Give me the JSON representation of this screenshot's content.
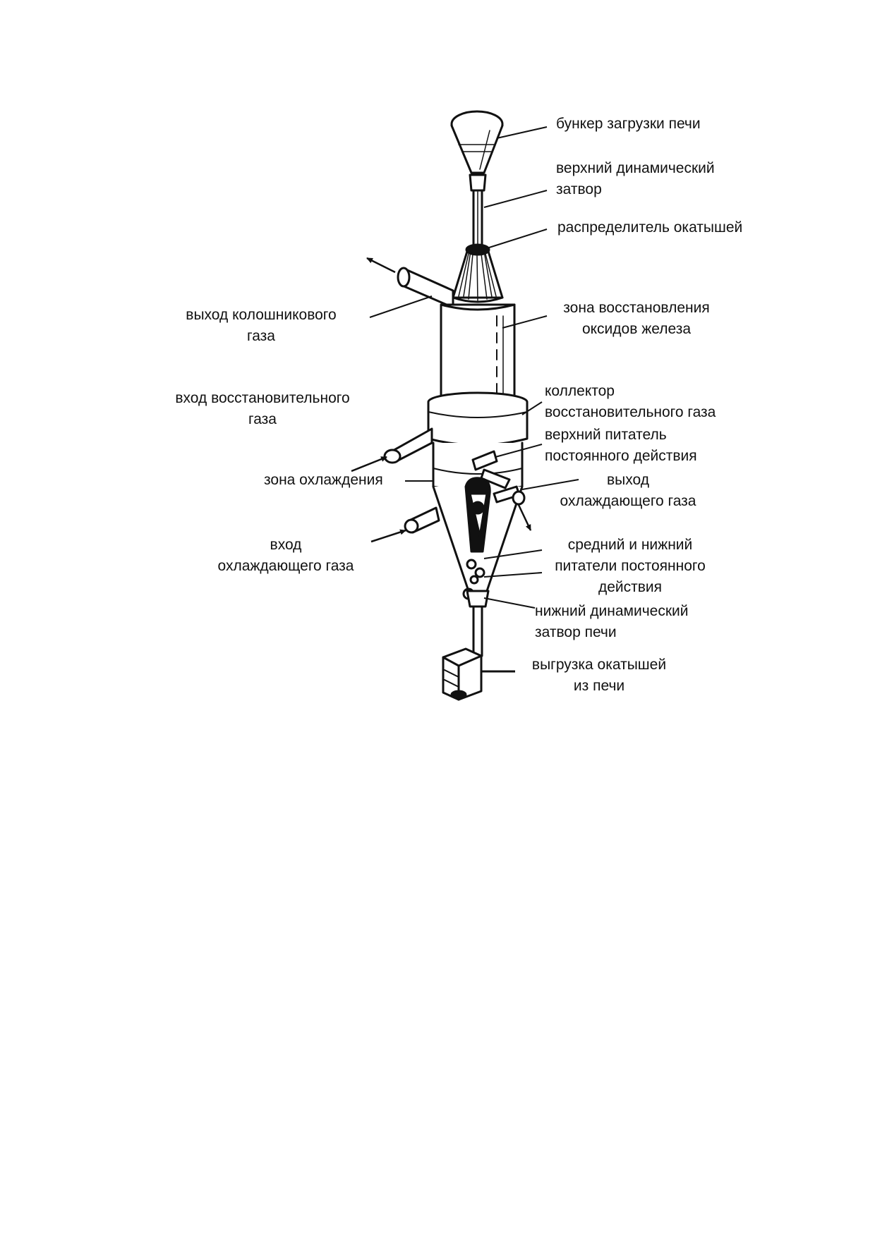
{
  "labels": {
    "hopper": "бункер загрузки печи",
    "upper_gate": {
      "line1": "верхний динамический",
      "line2": "затвор"
    },
    "distributor": "распределитель окатышей",
    "top_gas_outlet": {
      "line1": "выход колошникового",
      "line2": "газа"
    },
    "reduction_zone": {
      "line1": "зона восстановления",
      "line2": "оксидов железа"
    },
    "reducing_gas_inlet": {
      "line1": "вход восстановительного",
      "line2": "газа"
    },
    "collector": {
      "line1": "коллектор",
      "line2": "восстановительного газа"
    },
    "upper_feeder": {
      "line1": "верхний питатель",
      "line2": "постоянного действия"
    },
    "cooling_zone": "зона охлаждения",
    "cooling_gas_outlet": {
      "line1": "выход",
      "line2": "охлаждающего газа"
    },
    "cooling_gas_inlet": {
      "line1": "вход",
      "line2": "охлаждающего газа"
    },
    "mid_lower_feeders": {
      "line1": "средний и нижний",
      "line2": "питатели постоянного",
      "line3": "действия"
    },
    "lower_gate": {
      "line1": "нижний динамический",
      "line2": "затвор печи"
    },
    "discharge": {
      "line1": "выгрузка окатышей",
      "line2": "из печи"
    }
  }
}
